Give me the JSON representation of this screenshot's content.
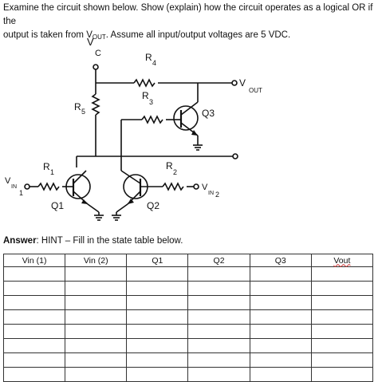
{
  "question": {
    "line1": "Examine the circuit shown below. Show (explain) how the circuit operates as a logical OR if the",
    "line2_pre": "output is taken from V",
    "line2_sub": "OUT",
    "line2_post": ". Assume all input/output voltages are 5 VDC."
  },
  "circuit": {
    "vc": "V",
    "vc_sub": "C",
    "vout": "V",
    "vout_sub": "OUT",
    "r1": "R",
    "r1_sub": "1",
    "r2": "R",
    "r2_sub": "2",
    "r3": "R",
    "r3_sub": "3",
    "r4": "R",
    "r4_sub": "4",
    "r5": "R",
    "r5_sub": "5",
    "q1": "Q1",
    "q2": "Q2",
    "q3": "Q3",
    "vin1": "V",
    "vin1_sub": "IN",
    "vin1_sub2": "1",
    "vin2": "V",
    "vin2_sub": "IN",
    "vin2_sub2": "2"
  },
  "answer": {
    "label": "Answer",
    "hint": ": HINT – Fill in the state table below."
  },
  "table": {
    "headers": [
      "Vin (1)",
      "Vin (2)",
      "Q1",
      "Q2",
      "Q3",
      "Vout"
    ],
    "empty_rows": 8
  }
}
